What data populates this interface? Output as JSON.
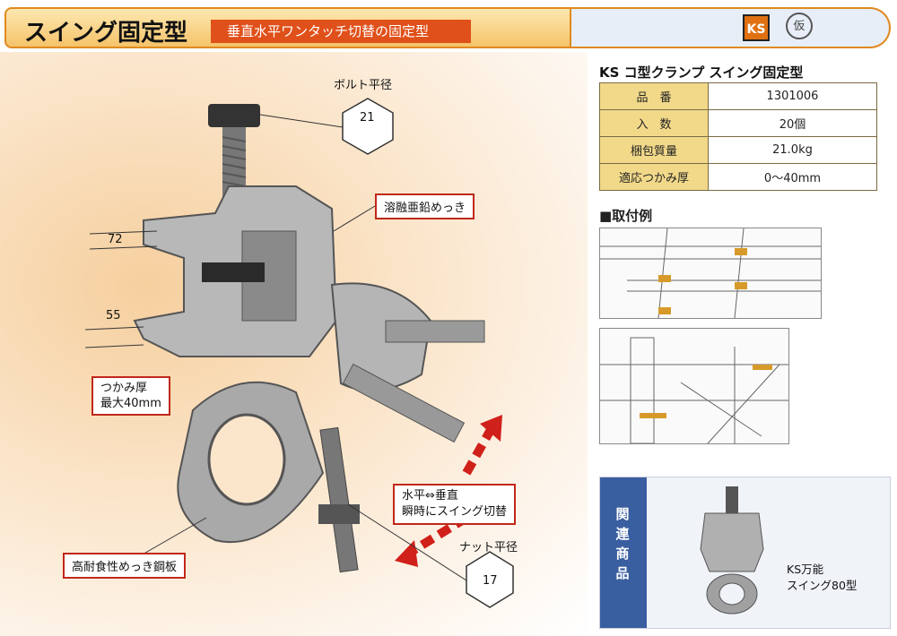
{
  "header": {
    "title": "スイング固定型",
    "subtitle": "垂直水平ワンタッチ切替の固定型",
    "brand": "KS",
    "kari": "仮"
  },
  "photo": {
    "bolt_label": "ボルト平径",
    "bolt_size": "21",
    "nut_label": "ナット平径",
    "nut_size": "17",
    "plating": "溶融亜鉛めっき",
    "dim_72": "72",
    "dim_55": "55",
    "grip_line1": "つかみ厚",
    "grip_line2": "最大40mm",
    "swing_line1": "水平⇔垂直",
    "swing_line2": "瞬時にスイング切替",
    "steel": "高耐食性めっき鋼板"
  },
  "spec": {
    "title": "KS コ型クランプ スイング固定型",
    "rows": [
      {
        "key": "品　番",
        "value": "1301006"
      },
      {
        "key": "入　数",
        "value": "20個"
      },
      {
        "key": "梱包質量",
        "value": "21.0kg"
      },
      {
        "key": "適応つかみ厚",
        "value": "0〜40mm"
      }
    ]
  },
  "install": {
    "title": "■取付例"
  },
  "related": {
    "label": "関連商品",
    "name_line1": "KS万能",
    "name_line2": "スイング80型"
  },
  "colors": {
    "accent": "#e0501a",
    "border": "#e08a1e",
    "table_key": "#f2d98a",
    "related_tab": "#3a5fa0"
  }
}
